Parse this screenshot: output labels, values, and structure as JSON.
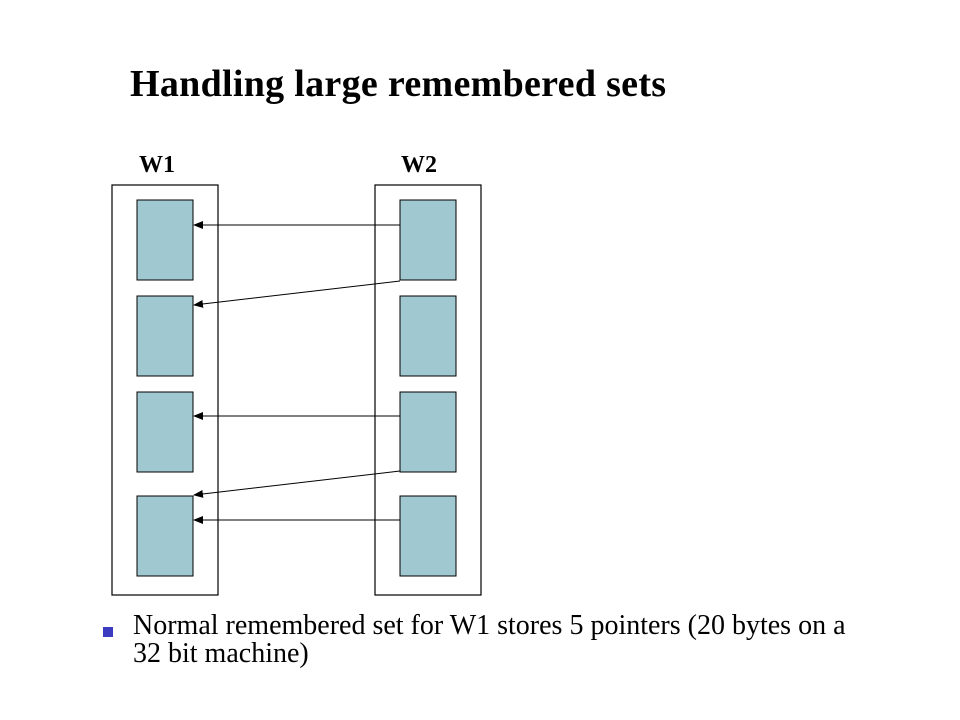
{
  "slide": {
    "title": "Handling large remembered sets"
  },
  "diagram": {
    "columns": [
      {
        "name": "W1",
        "blocks": 4
      },
      {
        "name": "W2",
        "blocks": 4
      }
    ],
    "block_color": "#a0c8d0",
    "pointers": [
      {
        "from": "W2.block1",
        "to": "W1.block1"
      },
      {
        "from": "W2.block1",
        "to": "W1.block2"
      },
      {
        "from": "W2.block3",
        "to": "W1.block3"
      },
      {
        "from": "W2.block3",
        "to": "W1.block4"
      },
      {
        "from": "W2.block4",
        "to": "W1.block4"
      }
    ]
  },
  "bullets": [
    {
      "text": "Normal remembered set for W1 stores 5 pointers (20 bytes on a 32 bit machine)"
    }
  ],
  "colors": {
    "bullet_marker": "#3b3bbf"
  }
}
